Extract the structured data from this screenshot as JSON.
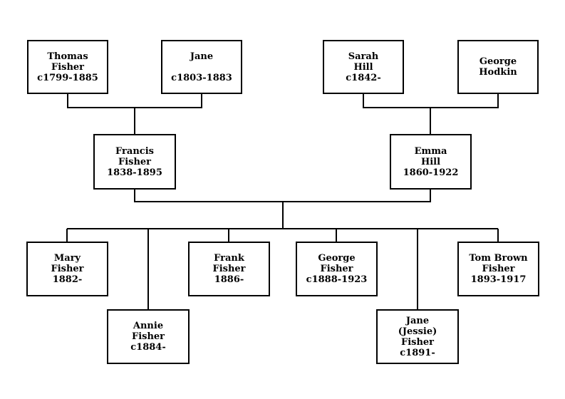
{
  "people": {
    "thomas_fisher": [
      "Thomas",
      "Fisher",
      "c1799-1885"
    ],
    "jane": [
      "Jane",
      "",
      "c1803-1883"
    ],
    "sarah_hill": [
      "Sarah",
      "Hill",
      "c1842-"
    ],
    "george_hodkin": [
      "George",
      "Hodkin"
    ],
    "francis_fisher": [
      "Francis",
      "Fisher",
      "1838-1895"
    ],
    "emma_hill": [
      "Emma",
      "Hill",
      "1860-1922"
    ],
    "mary_fisher": [
      "Mary",
      "Fisher",
      "1882-"
    ],
    "annie_fisher": [
      "Annie",
      "Fisher",
      "c1884-"
    ],
    "frank_fisher": [
      "Frank",
      "Fisher",
      "1886-"
    ],
    "george_fisher": [
      "George",
      "Fisher",
      "c1888-1923"
    ],
    "jane_jessie_fisher": [
      "Jane",
      "(Jessie)",
      "Fisher",
      "c1891-"
    ],
    "tom_brown_fisher": [
      "Tom Brown",
      "Fisher",
      "1893-1917"
    ]
  }
}
